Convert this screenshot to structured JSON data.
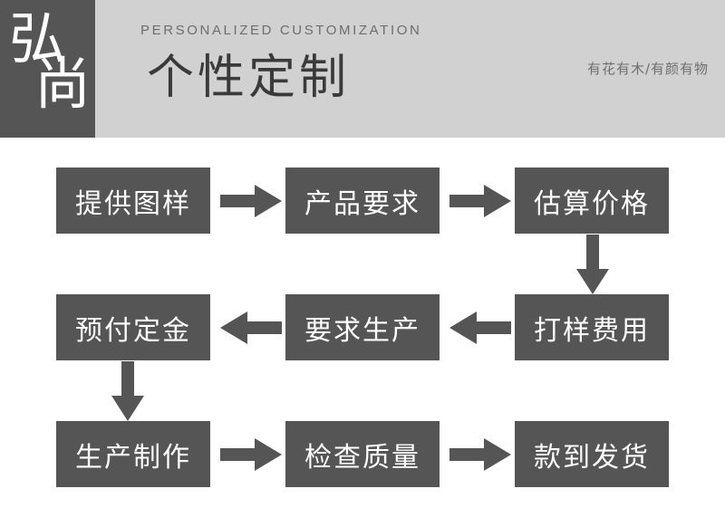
{
  "header": {
    "logo_text": "弘尚",
    "logo_char_1": "弘",
    "logo_char_2": "尚",
    "eyebrow": "PERSONALIZED CUSTOMIZATION",
    "title": "个性定制",
    "tagline": "有花有木/有颜有物",
    "band_color": "#d1d1d1",
    "logo_bg_color": "#555555"
  },
  "flow": {
    "node_color": "#555555",
    "node_text_color": "#ffffff",
    "arrow_color": "#555555",
    "rows": [
      {
        "direction": "left-to-right",
        "nodes": [
          {
            "label": "提供图样"
          },
          {
            "label": "产品要求"
          },
          {
            "label": "估算价格"
          }
        ],
        "connectors": [
          {
            "icon": "arrow-right-icon"
          },
          {
            "icon": "arrow-right-icon"
          }
        ]
      },
      {
        "direction": "right-to-left",
        "nodes": [
          {
            "label": "预付定金"
          },
          {
            "label": "要求生产"
          },
          {
            "label": "打样费用"
          }
        ],
        "connectors": [
          {
            "icon": "arrow-left-icon"
          },
          {
            "icon": "arrow-left-icon"
          }
        ]
      },
      {
        "direction": "left-to-right",
        "nodes": [
          {
            "label": "生产制作"
          },
          {
            "label": "检查质量"
          },
          {
            "label": "款到发货"
          }
        ],
        "connectors": [
          {
            "icon": "arrow-right-icon"
          },
          {
            "icon": "arrow-right-icon"
          }
        ]
      }
    ],
    "vertical_connectors": [
      {
        "icon": "arrow-down-icon",
        "from": "估算价格",
        "to": "打样费用"
      },
      {
        "icon": "arrow-down-icon",
        "from": "预付定金",
        "to": "生产制作"
      }
    ]
  }
}
